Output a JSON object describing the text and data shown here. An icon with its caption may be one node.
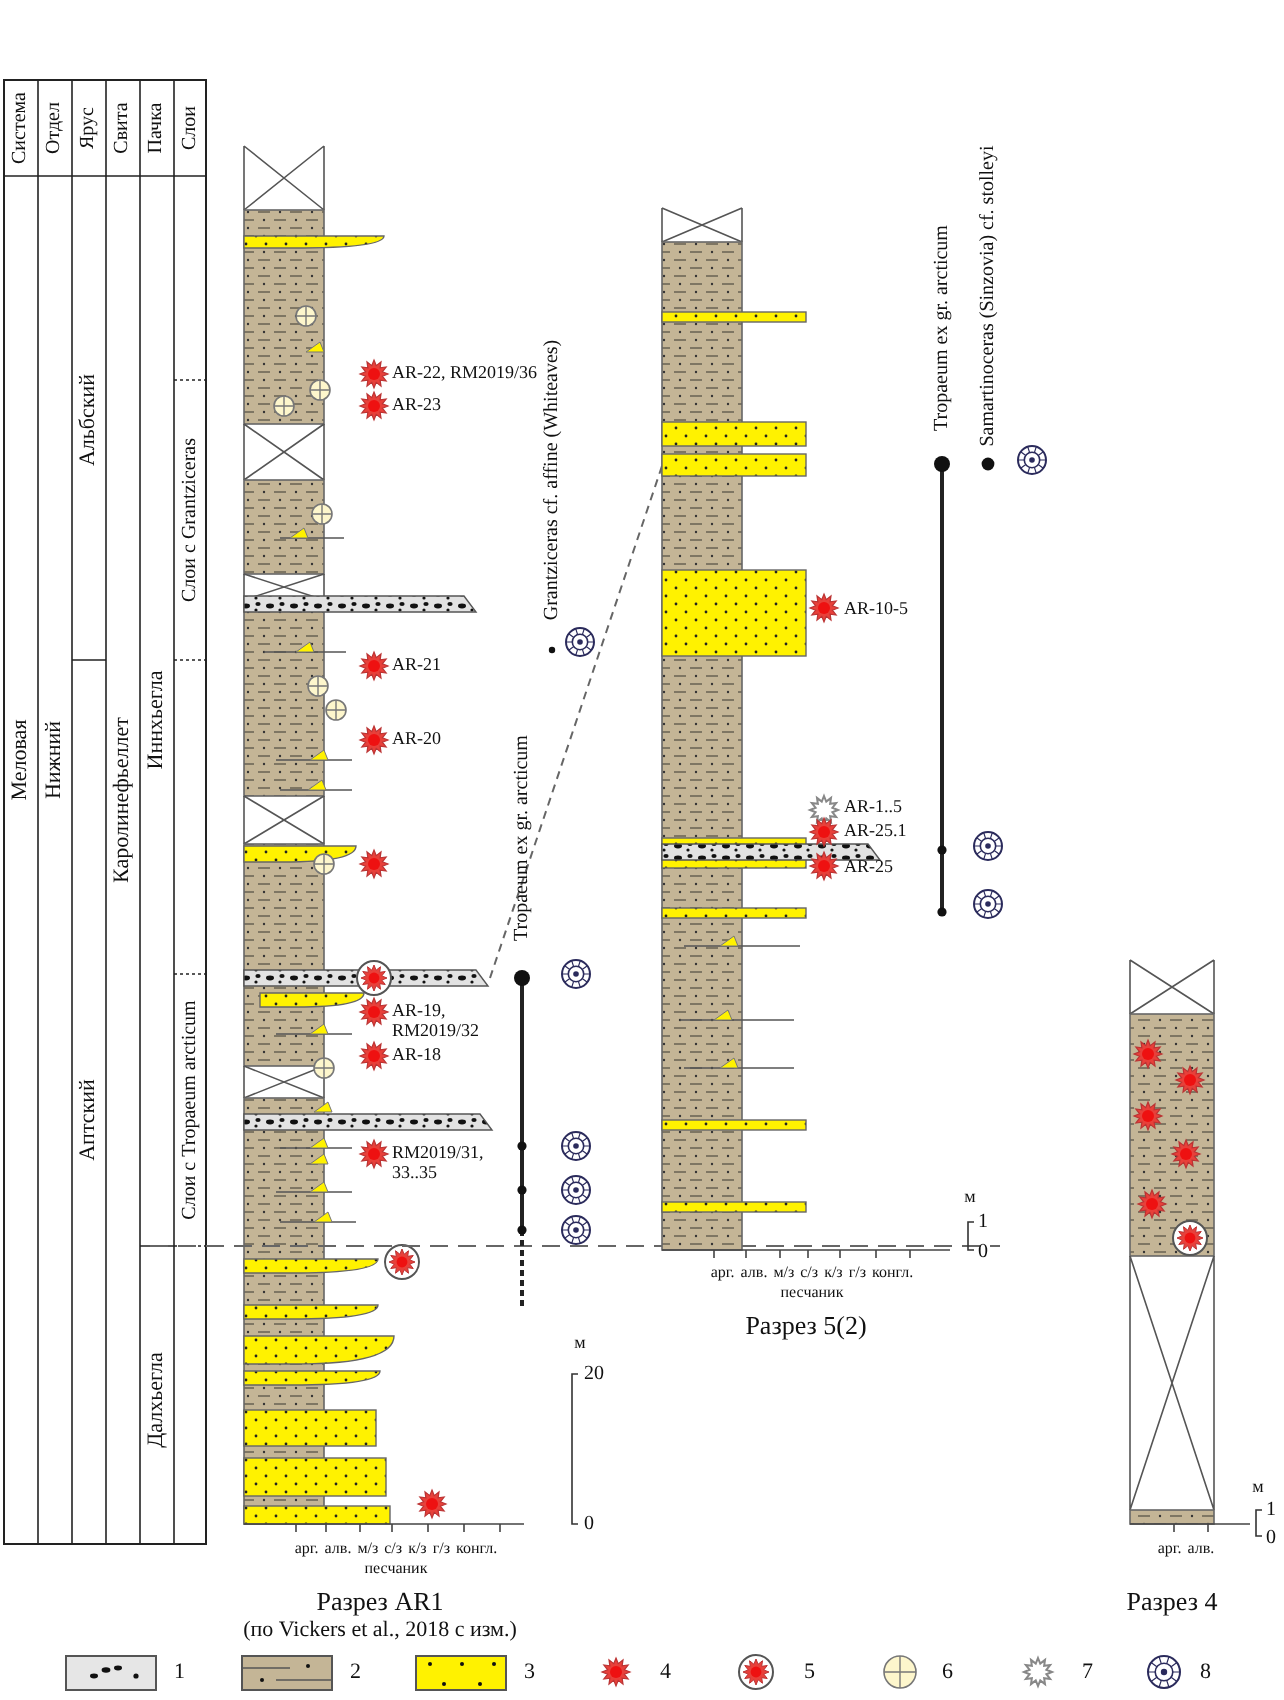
{
  "diagram": {
    "labels": [
      "Система",
      "Отдел",
      "Ярус",
      "Свита",
      "Пачка",
      "Слои",
      "Меловая",
      "Нижний",
      "Альбский",
      "Аптский",
      "Каролинефьеллет",
      "Иннхьегла",
      "Далхьегла",
      "Слои с Grantziceras",
      "Слои с Tropaeum arcticum",
      "AR-22, RM2019/36",
      "AR-23",
      "Grantziceras cf. affine (Whiteaves)",
      "AR-21",
      "AR-20",
      "Tropaeum ex gr. arcticum",
      "AR-19, RM2019/32",
      "AR-18",
      "RM2019/31, 33..35",
      "м",
      "20",
      "0",
      "арг. алв. м/з с/з к/з г/з конгл.",
      "песчаник",
      "Разрез AR1",
      "(по Vickers et al., 2018 с изм.)",
      "Tropaeum ex gr. arcticum",
      "Samartinoceras (Sinzovia) cf. stolleyi",
      "AR-10-5",
      "AR-1..5",
      "AR-25.1",
      "AR-25",
      "м",
      "1",
      "0",
      "арг. алв. м/з с/з к/з г/з конгл.",
      "песчаник",
      "Разрез 5(2)",
      "м",
      "1",
      "0",
      "арг. алв.",
      "Разрез 4"
    ],
    "legend": [
      {
        "text": "1"
      },
      {
        "text": "2"
      },
      {
        "text": "3"
      },
      {
        "text": "4"
      },
      {
        "text": "5"
      },
      {
        "text": "6"
      },
      {
        "text": "7"
      },
      {
        "text": "8"
      }
    ]
  }
}
